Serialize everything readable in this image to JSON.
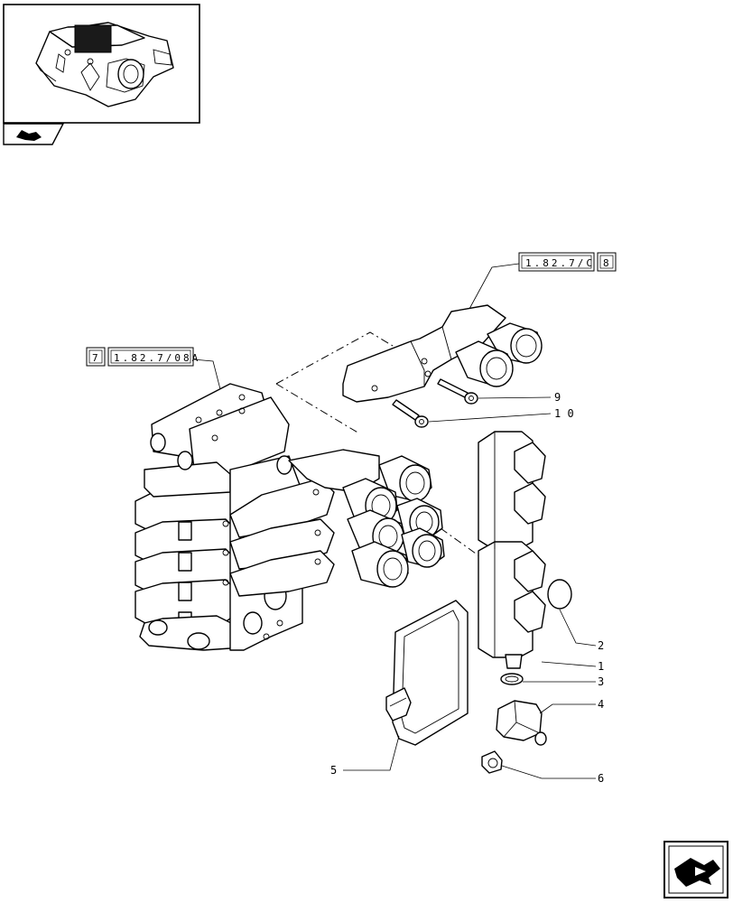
{
  "references": {
    "top_ref": {
      "code": "1.82.7/C",
      "index": "8"
    },
    "left_ref": {
      "index": "7",
      "code": "1.82.7/08A"
    }
  },
  "callouts": [
    {
      "id": "c1",
      "label": "1"
    },
    {
      "id": "c2",
      "label": "2"
    },
    {
      "id": "c3",
      "label": "3"
    },
    {
      "id": "c4",
      "label": "4"
    },
    {
      "id": "c5",
      "label": "5"
    },
    {
      "id": "c6",
      "label": "6"
    },
    {
      "id": "c9",
      "label": "9"
    },
    {
      "id": "c10",
      "label": "1 0"
    }
  ],
  "icons": {
    "thumbnail": "valve-assembly-thumbnail-icon",
    "section_tab": "hydraulic-section-icon",
    "next_page": "next-page-arrow-icon"
  },
  "colors": {
    "line": "#000000",
    "background": "#ffffff",
    "thumbnail_fill": "#1a1a1a"
  }
}
